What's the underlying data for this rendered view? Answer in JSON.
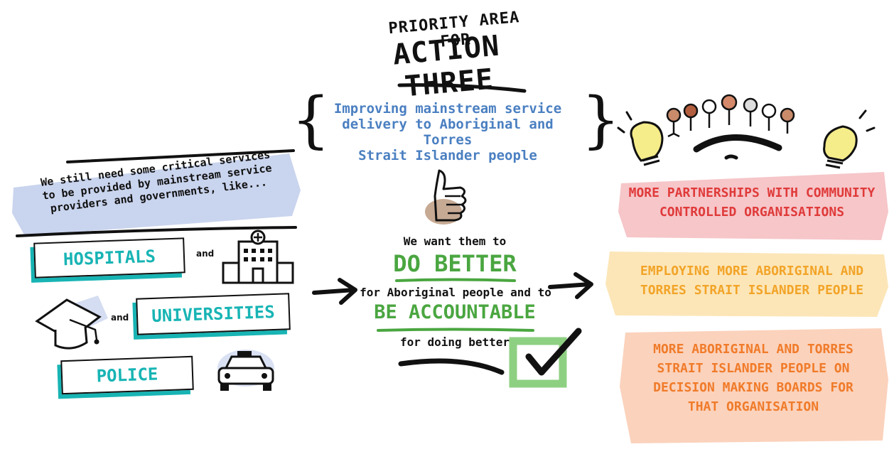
{
  "header": {
    "title_small": "PRIORITY AREA FOR",
    "title_big": "ACTION THREE",
    "subtitle_lines": [
      "Improving mainstream service",
      "delivery to Aboriginal and Torres",
      "Strait Islander people"
    ]
  },
  "left": {
    "banner_lines": [
      "We still need some critical services",
      "to be provided by mainstream service",
      "providers and governments, like..."
    ],
    "services": [
      "HOSPITALS",
      "UNIVERSITIES",
      "POLICE"
    ],
    "and_label": "and",
    "icons": [
      "hospital-icon",
      "graduation-cap-icon",
      "police-car-icon"
    ]
  },
  "middle": {
    "line1": "We want them to",
    "line2": "DO BETTER",
    "line3": "for Aboriginal people and to",
    "line4": "BE ACCOUNTABLE",
    "line5": "for doing better",
    "icons": [
      "thumbs-up-icon",
      "checkbox-tick-icon"
    ]
  },
  "right": {
    "items": [
      {
        "lines": [
          "MORE PARTNERSHIPS WITH COMMUNITY",
          "CONTROLLED ORGANISATIONS"
        ]
      },
      {
        "lines": [
          "EMPLOYING MORE ABORIGINAL AND",
          "TORRES STRAIT ISLANDER PEOPLE"
        ]
      },
      {
        "lines": [
          "MORE ABORIGINAL AND TORRES",
          "STRAIT ISLANDER PEOPLE ON",
          "DECISION MAKING BOARDS FOR",
          "THAT ORGANISATION"
        ]
      }
    ],
    "icons": [
      "people-group-icon",
      "lightbulb-icon"
    ]
  },
  "colors": {
    "blue_text": "#4a7fc1",
    "teal": "#18b4b4",
    "green": "#4aa640",
    "red": "#e03a3a",
    "yellow": "#f2a428",
    "orange": "#f07b2a",
    "banner_blue": "#c9d4ee",
    "banner_pink": "#f6c6c9",
    "banner_yellow": "#fce6b8",
    "banner_peach": "#fbd2bc"
  }
}
